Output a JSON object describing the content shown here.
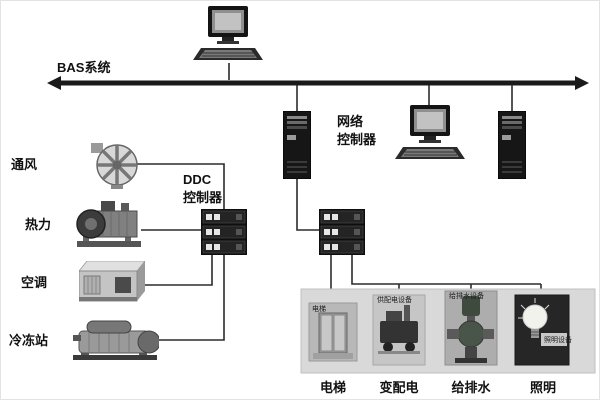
{
  "diagram": {
    "bus_label": "BAS系统",
    "network_controller_label": "网络\n控制器",
    "ddc_controller_label": "DDC\n控制器",
    "left_equipment": [
      {
        "label": "通风"
      },
      {
        "label": "热力"
      },
      {
        "label": "空调"
      },
      {
        "label": "冷冻站"
      }
    ],
    "bottom_equipment": [
      {
        "label": "电梯",
        "caption": "电梯"
      },
      {
        "label": "变配电",
        "caption": "供配电设备"
      },
      {
        "label": "给排水",
        "caption": "给排水设备"
      },
      {
        "label": "照明",
        "caption": "照明设备"
      }
    ],
    "colors": {
      "bus": "#1a1a1a",
      "connector": "#2b2b2b",
      "panel_bg": "#d9d9d9"
    }
  }
}
